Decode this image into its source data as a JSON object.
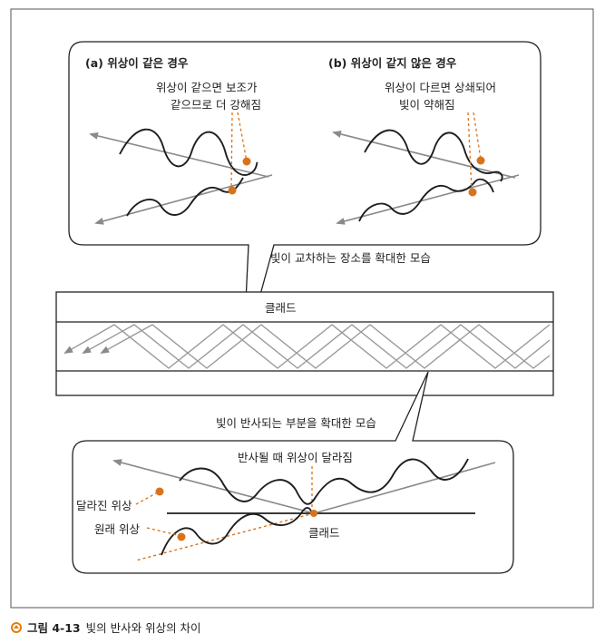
{
  "panel_a": {
    "title": "(a) 위상이 같은 경우",
    "note_line1": "위상이 같으면 보조가",
    "note_line2": "같으므로 더 강해짐"
  },
  "panel_b": {
    "title": "(b) 위상이 같지 않은 경우",
    "note_line1": "위상이 다르면 상쇄되어",
    "note_line2": "빛이 약해짐"
  },
  "fiber": {
    "cladding_top": "클래드",
    "zoom_crossing": "빛이 교차하는 장소를 확대한 모습",
    "zoom_reflection": "빛이 반사되는 부분을 확대한 모습"
  },
  "bottom_panel": {
    "phase_change": "반사될 때 위상이 달라짐",
    "changed_phase": "달라진 위상",
    "original_phase": "원래 위상",
    "cladding": "클래드"
  },
  "caption": {
    "figure_number": "그림 4-13",
    "text": "빛의 반사와 위상의 차이"
  },
  "colors": {
    "accent": "#d9731a",
    "ray": "#8a8a8a",
    "wave": "#1e1e1e",
    "frame": "#222222"
  }
}
